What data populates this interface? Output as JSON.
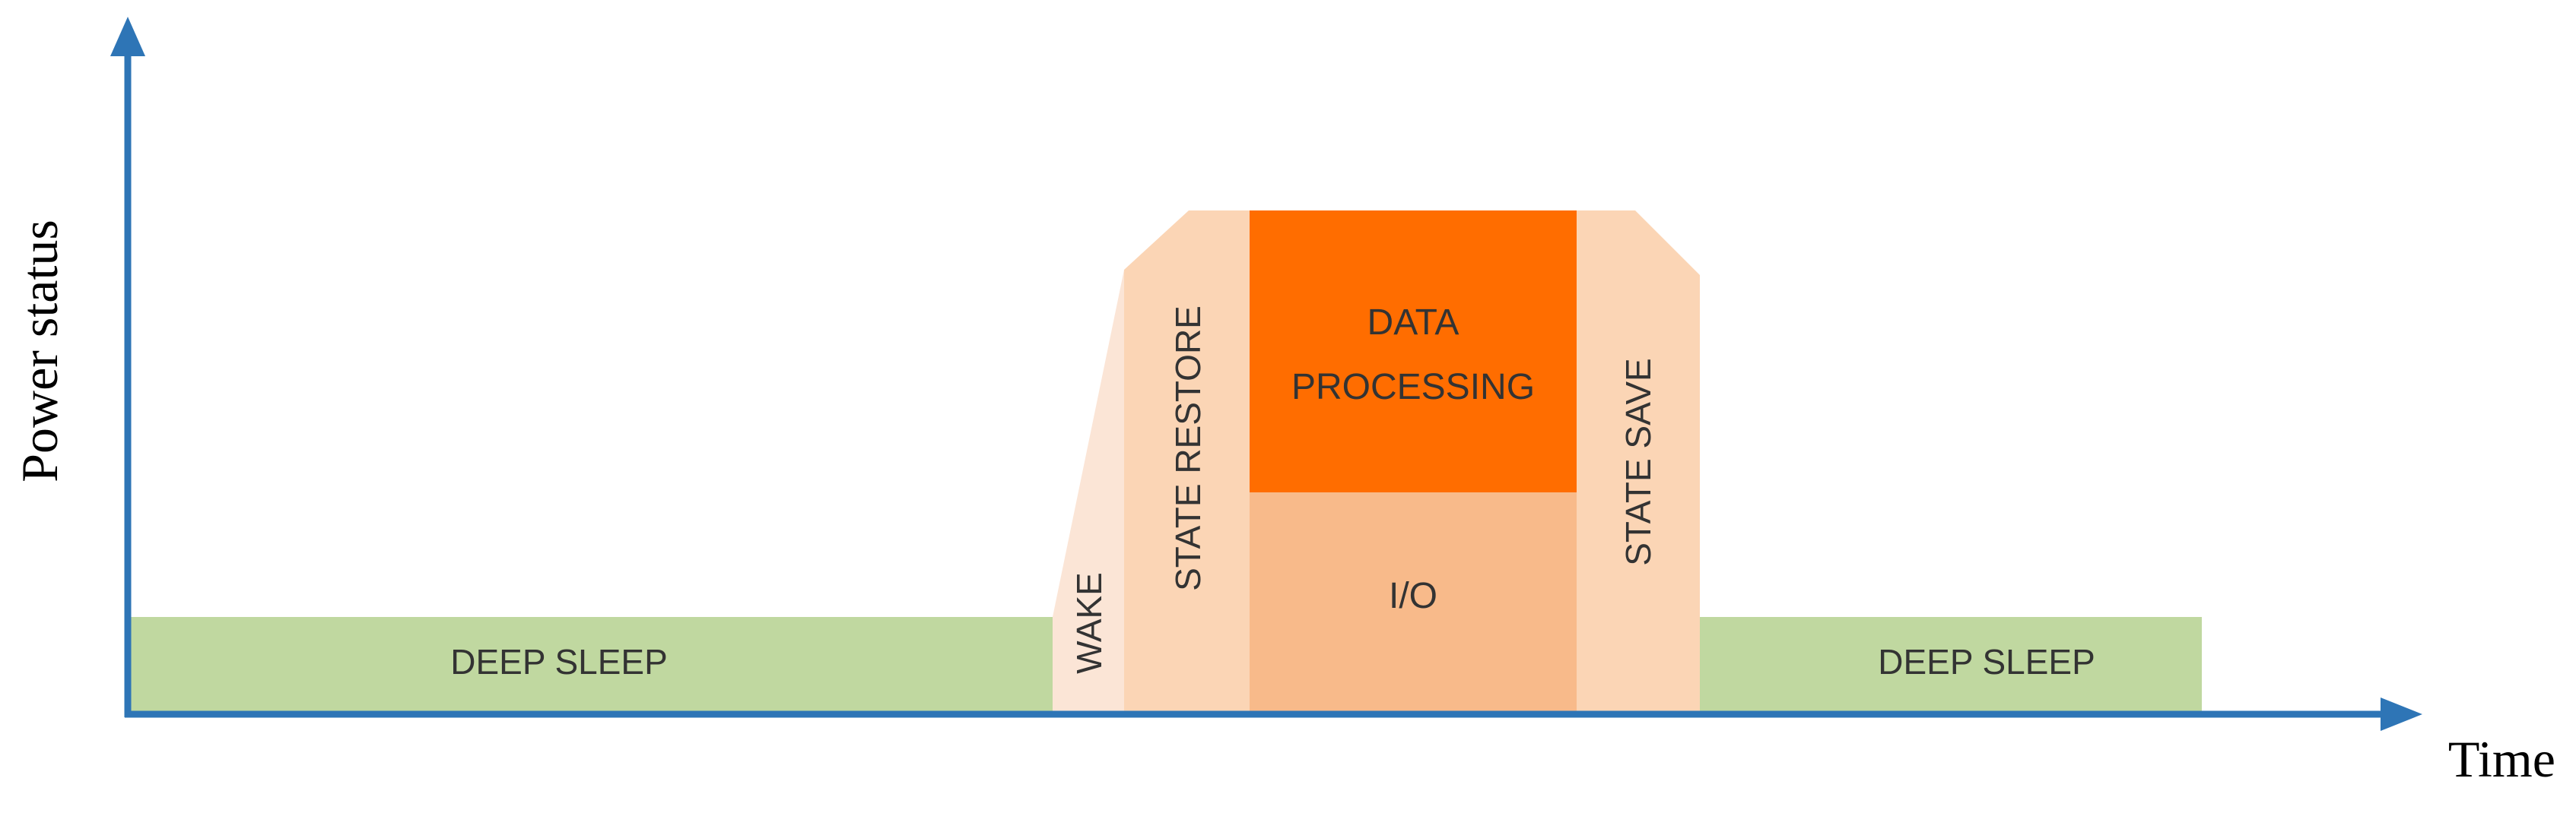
{
  "diagram": {
    "axes": {
      "x_label": "Time",
      "y_label": "Power status",
      "color": "#2e75b6"
    },
    "phases": {
      "deep_sleep_left": {
        "label": "DEEP SLEEP",
        "color": "#c0d8a0"
      },
      "wake": {
        "label": "WAKE",
        "color": "#fbe5d6"
      },
      "state_restore": {
        "label": "STATE RESTORE",
        "color": "#fbd5b5"
      },
      "io": {
        "label": "I/O",
        "color": "#f8ba8a"
      },
      "data_processing": {
        "line1": "DATA",
        "line2": "PROCESSING",
        "color": "#ff6d00"
      },
      "state_save": {
        "label": "STATE SAVE",
        "color": "#fbd5b5"
      },
      "deep_sleep_right": {
        "label": "DEEP SLEEP",
        "color": "#c0d8a0"
      }
    }
  }
}
